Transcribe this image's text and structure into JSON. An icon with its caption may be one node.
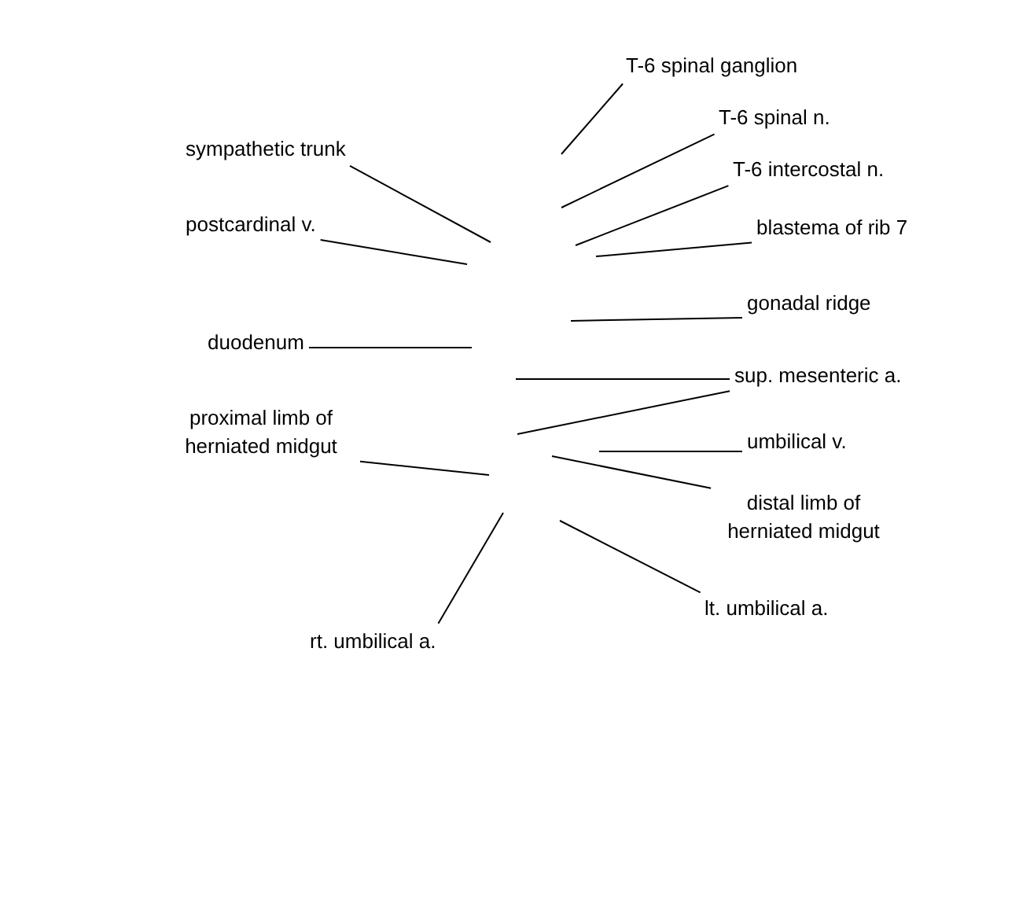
{
  "diagram": {
    "nodes": [
      {
        "text": [
          "T-6 spinal ganglion"
        ]
      },
      {
        "text": [
          "T-6 spinal n."
        ]
      },
      {
        "text": [
          "sympathetic trunk"
        ]
      },
      {
        "text": [
          "T-6 intercostal n."
        ]
      },
      {
        "text": [
          "postcardinal v."
        ]
      },
      {
        "text": [
          "blastema of rib 7"
        ]
      },
      {
        "text": [
          "gonadal ridge"
        ]
      },
      {
        "text": [
          "duodenum"
        ]
      },
      {
        "text": [
          "sup. mesenteric a."
        ]
      },
      {
        "text": [
          "proximal limb of herniated midgut"
        ]
      },
      {
        "text": [
          "umbilical v."
        ]
      },
      {
        "text": [
          "distal limb of herniated midgut"
        ]
      },
      {
        "text": [
          "lt. umbilical a."
        ]
      },
      {
        "text": [
          "rt. umbilical a."
        ]
      }
    ],
    "edges": [
      {
        "from": 0,
        "to": null,
        "arrow": "none"
      },
      {
        "from": 1,
        "to": null,
        "arrow": "none"
      },
      {
        "from": 2,
        "to": null,
        "arrow": "none"
      },
      {
        "from": 3,
        "to": null,
        "arrow": "none"
      },
      {
        "from": 4,
        "to": null,
        "arrow": "none"
      },
      {
        "from": 5,
        "to": null,
        "arrow": "none"
      },
      {
        "from": 6,
        "to": null,
        "arrow": "none"
      },
      {
        "from": 7,
        "to": null,
        "arrow": "none"
      },
      {
        "from": 8,
        "to": null,
        "arrow": "none"
      },
      {
        "from": 8,
        "to": null,
        "arrow": "none"
      },
      {
        "from": 9,
        "to": null,
        "arrow": "none"
      },
      {
        "from": 10,
        "to": null,
        "arrow": "none"
      },
      {
        "from": 11,
        "to": null,
        "arrow": "none"
      },
      {
        "from": 12,
        "to": null,
        "arrow": "none"
      },
      {
        "from": 13,
        "to": null,
        "arrow": "none"
      }
    ]
  }
}
